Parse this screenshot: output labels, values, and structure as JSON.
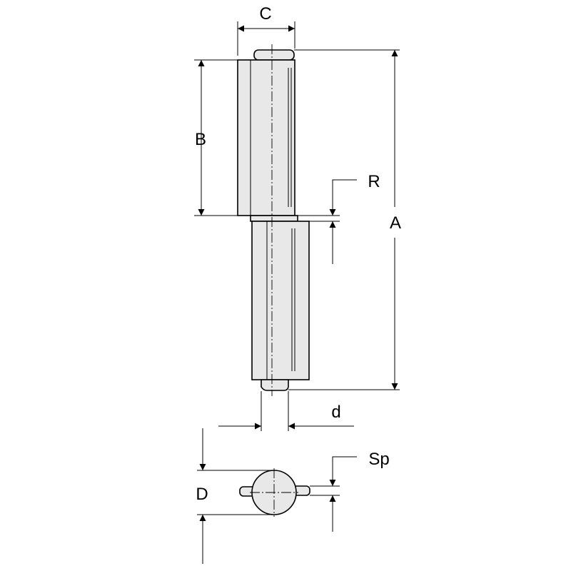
{
  "labels": {
    "C": "C",
    "B": "B",
    "R": "R",
    "A": "A",
    "d": "d",
    "Sp": "Sp",
    "D": "D"
  },
  "colors": {
    "fill": "#e8e8e8",
    "line": "#000000"
  }
}
